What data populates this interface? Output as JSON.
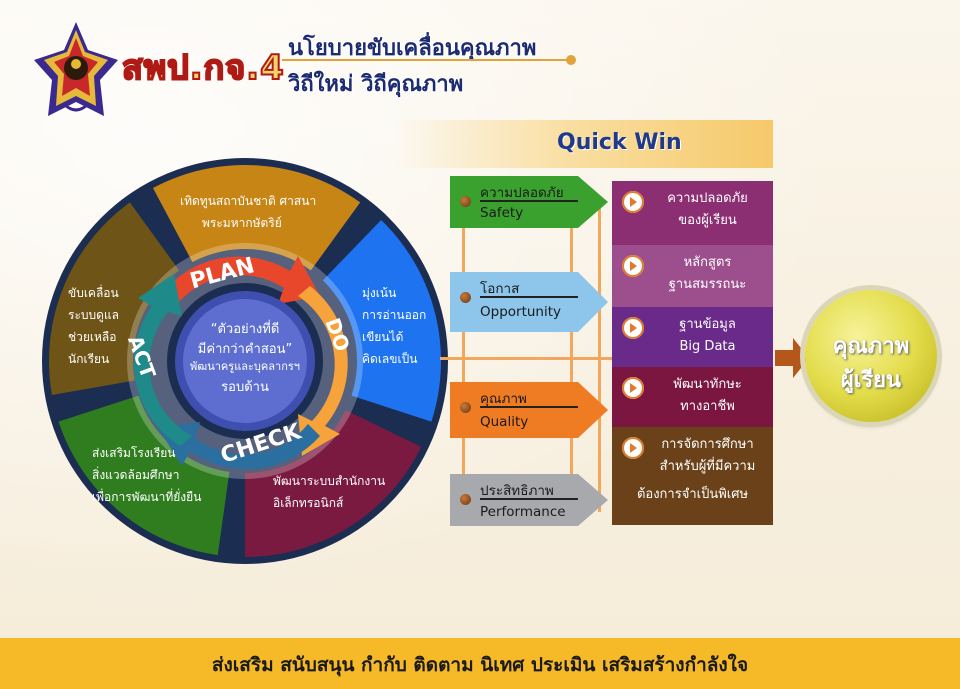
{
  "header": {
    "brand": "สพป.กจ.4",
    "line1": "นโยบายขับเคลื่อนคุณภาพ",
    "line2": "วิถีใหม่ วิถีคุณภาพ"
  },
  "quick_win": "Quick Win",
  "wheel": {
    "segments": [
      {
        "lines": [
          "เทิดทูนสถาบันชาติ ศาสนา",
          "พระมหากษัตริย์"
        ],
        "color": "#c78516"
      },
      {
        "lines": [
          "มุ่งเน้น",
          "การอ่านออก",
          "เขียนได้",
          "คิดเลขเป็น"
        ],
        "color": "#1e73f0"
      },
      {
        "lines": [
          "พัฒนาระบบสำนักงาน",
          "อิเล็กทรอนิกส์"
        ],
        "color": "#7a1a40"
      },
      {
        "lines": [
          "ส่งเสริมโรงเรียน",
          "สิ่งแวดล้อมศึกษา",
          "เพื่อการพัฒนาที่ยั่งยืน"
        ],
        "color": "#2f7d1f"
      },
      {
        "lines": [
          "ขับเคลื่อน",
          "ระบบดูแล",
          "ช่วยเหลือ",
          "นักเรียน"
        ],
        "color": "#6e5416"
      }
    ],
    "cycle": {
      "plan": "PLAN",
      "do": "DO",
      "check": "CHECK",
      "act": "ACT"
    },
    "center": {
      "line1": "“ตัวอย่างที่ดี",
      "line2": "มีค่ากว่าคำสอน”",
      "line3": "พัฒนาครูและบุคลากรฯ",
      "line4": "รอบด้าน"
    }
  },
  "pillars": [
    {
      "th": "ความปลอดภัย",
      "en": "Safety",
      "color": "#3aa12f"
    },
    {
      "th": "โอกาส",
      "en": "Opportunity",
      "color": "#8ec5ea"
    },
    {
      "th": "คุณภาพ",
      "en": "Quality",
      "color": "#ef7b22"
    },
    {
      "th": "ประสิทธิภาพ",
      "en": "Performance",
      "color": "#a7a9ac"
    }
  ],
  "quickwins": [
    {
      "l1": "ความปลอดภัย",
      "l2": "ของผู้เรียน",
      "color": "#8b2f72"
    },
    {
      "l1": "หลักสูตร",
      "l2": "ฐานสมรรถนะ",
      "color": "#9c4f8c"
    },
    {
      "l1": "ฐานข้อมูล",
      "l2": "Big Data",
      "color": "#6a2a8a"
    },
    {
      "l1": "พัฒนาทักษะ",
      "l2": "ทางอาชีพ",
      "color": "#7a1640"
    },
    {
      "l1": "การจัดการศึกษา",
      "l2": "สำหรับผู้ที่มีความ",
      "l3": "ต้องการจำเป็นพิเศษ",
      "color": "#6a4118"
    }
  ],
  "result": {
    "l1": "คุณภาพ",
    "l2": "ผู้เรียน"
  },
  "footer": "ส่งเสริม สนับสนุน กำกับ ติดตาม นิเทศ ประเมิน เสริมสร้างกำลังใจ"
}
